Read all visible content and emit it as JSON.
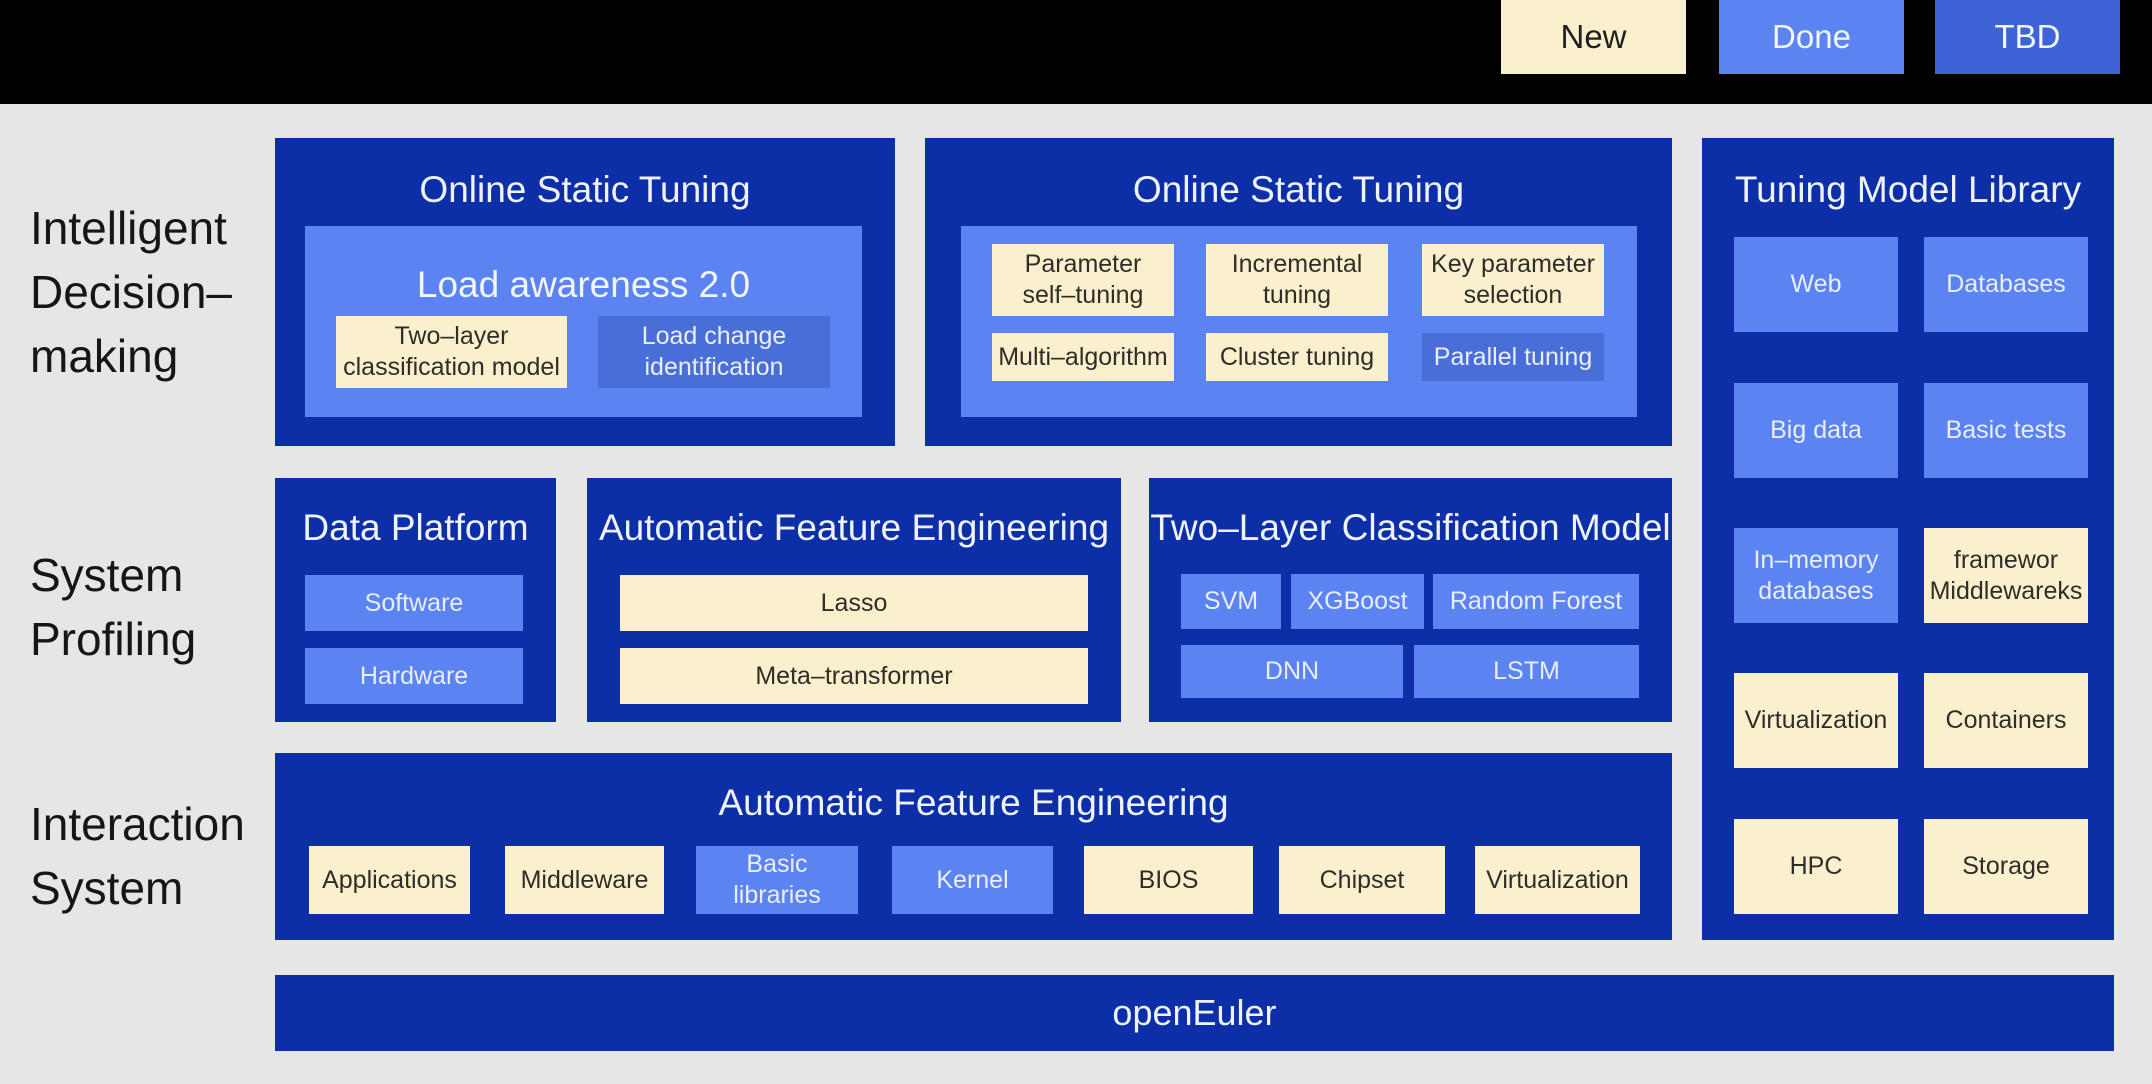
{
  "header": {
    "legend": [
      {
        "label": "New",
        "swatch": "#fbf0cd"
      },
      {
        "label": "Done",
        "swatch": "#5b83f1"
      },
      {
        "label": "TBD",
        "swatch": "#3d63d6"
      }
    ]
  },
  "side_labels": {
    "group1": "Intelligent\nDecision–\nmaking",
    "group2": "System\nProfiling",
    "group3": "Interaction\nSystem"
  },
  "boxes": {
    "ost1": {
      "title": "Online Static Tuning",
      "panel_title": "Load awareness 2.0",
      "chips": [
        "Two–layer\nclassification model",
        "Load change\nidentification"
      ]
    },
    "ost2": {
      "title": "Online Static Tuning",
      "chips": [
        "Parameter\nself–tuning",
        "Incremental\ntuning",
        "Key parameter\nselection",
        "Multi–algorithm",
        "Cluster tuning",
        "Parallel tuning"
      ]
    },
    "library": {
      "title": "Tuning Model Library",
      "chips": [
        "Web",
        "Databases",
        "Big data",
        "Basic tests",
        "In–memory\ndatabases",
        "framewor\nMiddlewareks",
        "Virtualization",
        "Containers",
        "HPC",
        "Storage"
      ]
    },
    "data_platform": {
      "title": "Data Platform",
      "chips": [
        "Software",
        "Hardware"
      ]
    },
    "afe_mid": {
      "title": "Automatic Feature Engineering",
      "chips": [
        "Lasso",
        "Meta–transformer"
      ]
    },
    "two_layer": {
      "title": "Two–Layer Classification Model",
      "chips": [
        "SVM",
        "XGBoost",
        "Random Forest",
        "DNN",
        "LSTM"
      ]
    },
    "interaction": {
      "title": "Automatic Feature Engineering",
      "chips": [
        "Applications",
        "Middleware",
        "Basic\nlibraries",
        "Kernel",
        "BIOS",
        "Chipset",
        "Virtualization"
      ]
    },
    "footer": {
      "title": "openEuler"
    }
  },
  "colors": {
    "header_black": "#000000",
    "background_gray": "#e6e6e6",
    "box_blue": "#0c2ea6",
    "panel_blue": "#5b83f1",
    "chip_dark_blue": "#4a6ed8",
    "tbd_blue": "#3d63d6",
    "cream": "#fbf0cd"
  }
}
